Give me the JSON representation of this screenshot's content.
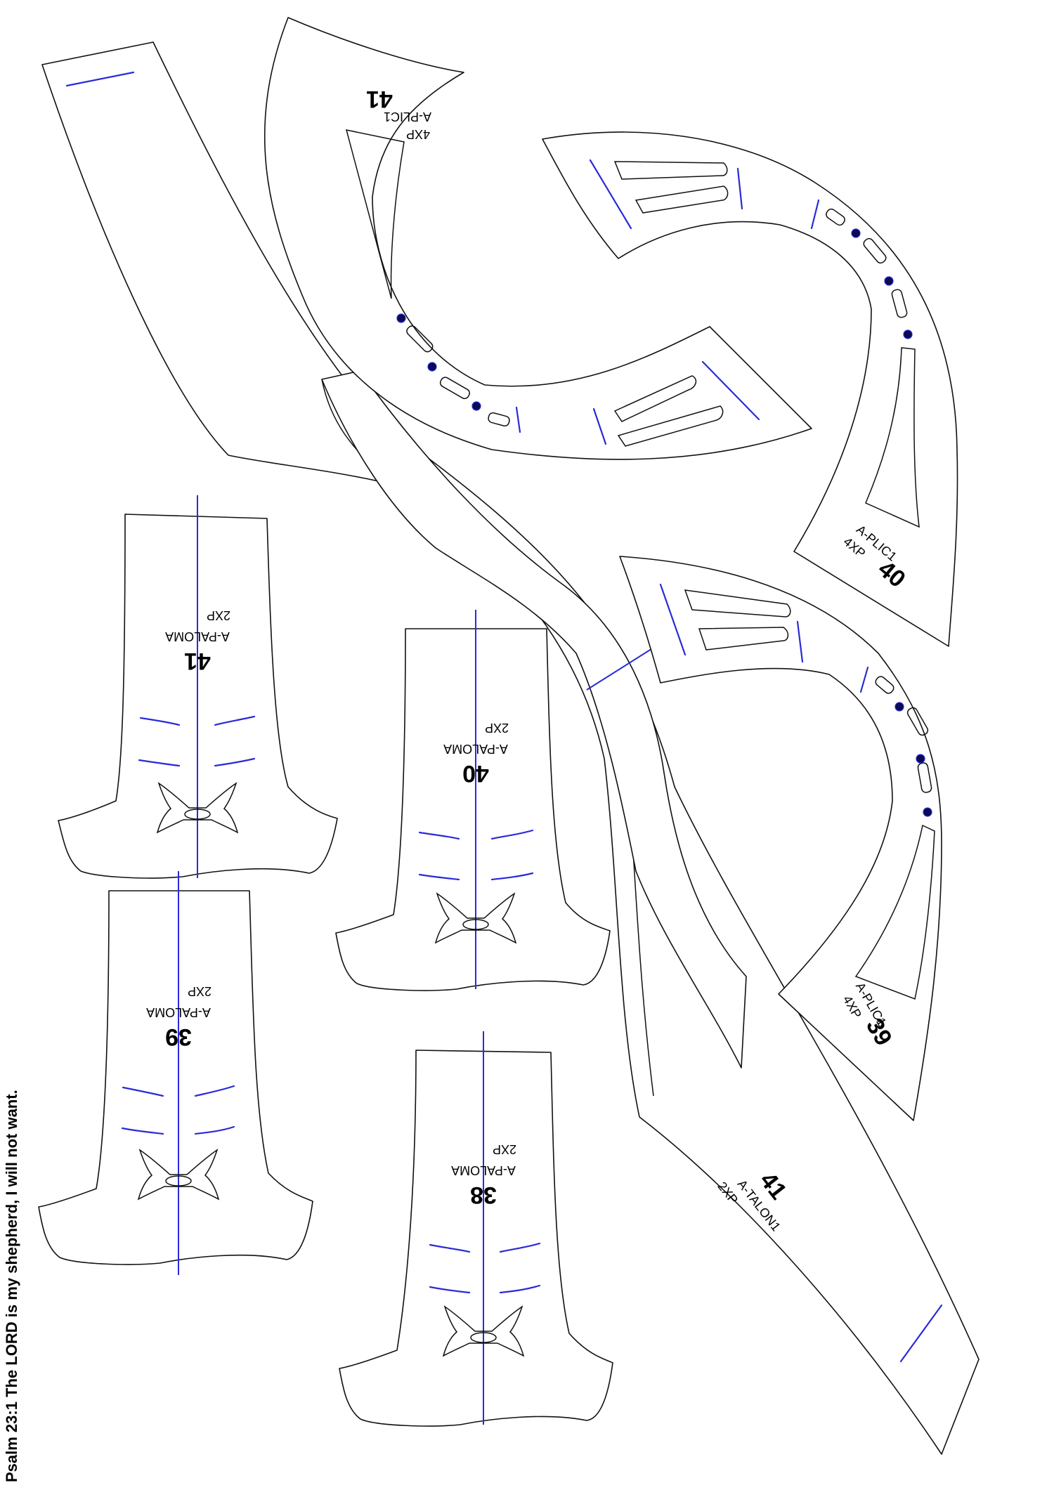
{
  "pieces": {
    "plic41": {
      "number": "41",
      "name": "A-PLIC1",
      "qty": "4XP"
    },
    "plic40": {
      "number": "40",
      "name": "A-PLIC1",
      "qty": "4XP"
    },
    "plic39": {
      "number": "39",
      "name": "A-PLIC1",
      "qty": "4XP"
    },
    "paloma41": {
      "number": "41",
      "name": "A-PALOMA",
      "qty": "2XP"
    },
    "paloma40": {
      "number": "40",
      "name": "A-PALOMA",
      "qty": "2XP"
    },
    "paloma39": {
      "number": "39",
      "name": "A-PALOMA",
      "qty": "2XP"
    },
    "paloma38": {
      "number": "38",
      "name": "A-PALOMA",
      "qty": "2XP"
    },
    "talon41": {
      "number": "41",
      "name": "A-TALON1",
      "qty": "2XP"
    }
  },
  "footer_verse": "Psalm 23:1 The LORD is my shepherd, I will not want.",
  "colors": {
    "outline": "#111111",
    "guide": "#2a2ad8",
    "punch": "#0a0a55"
  }
}
